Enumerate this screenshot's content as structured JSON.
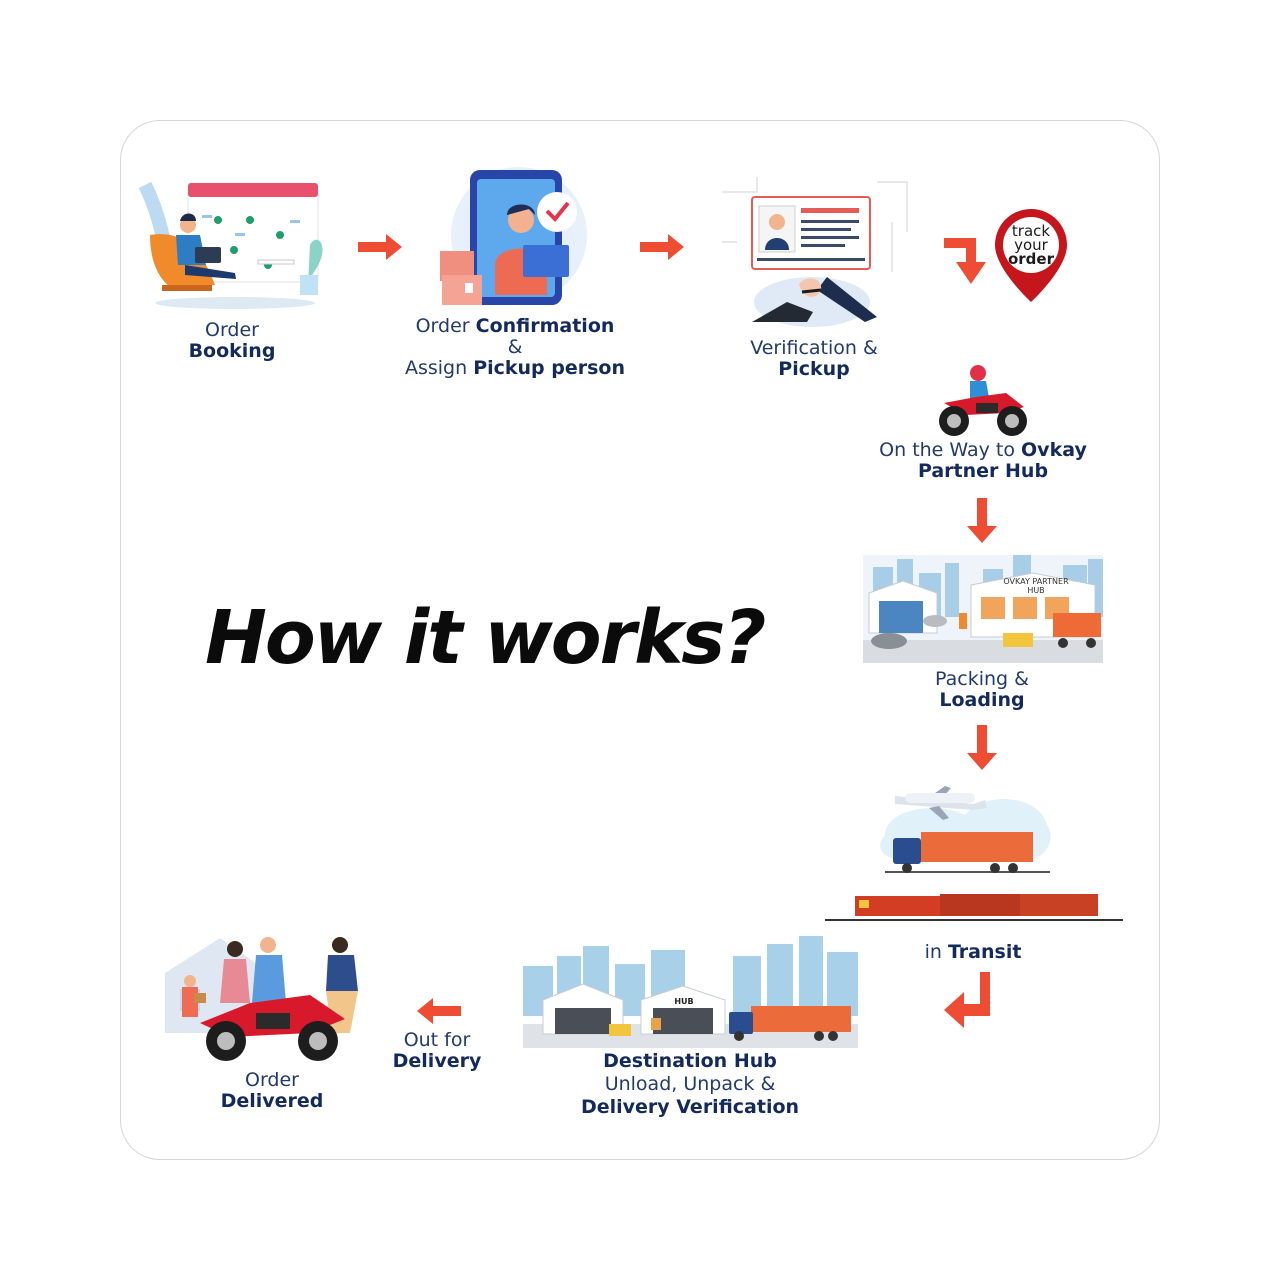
{
  "title": "How it works?",
  "colors": {
    "arrow": "#ee4c33",
    "navy": "#152a5c",
    "pin": "#c4161c"
  },
  "steps": [
    {
      "id": "order-booking",
      "line1": "Order",
      "line1_bold": "Booking"
    },
    {
      "id": "order-confirmation",
      "a": "Order ",
      "a_bold": "Confirmation",
      "b": "&",
      "c": "Assign ",
      "c_bold": "Pickup person"
    },
    {
      "id": "verification-pickup",
      "line1": "Verification &",
      "line1_bold": "Pickup"
    },
    {
      "id": "on-the-way",
      "a": "On the Way to ",
      "a_bold": "Ovkay",
      "line2_bold": "Partner Hub"
    },
    {
      "id": "packing-loading",
      "line1": "Packing &",
      "line1_bold": "Loading"
    },
    {
      "id": "in-transit",
      "a": "in ",
      "a_bold": "Transit"
    },
    {
      "id": "destination-hub",
      "line1_bold": "Destination Hub",
      "line2": "Unload, Unpack &",
      "line3_bold": "Delivery Verification"
    },
    {
      "id": "out-for-delivery",
      "line1": "Out for",
      "line1_bold": "Delivery"
    },
    {
      "id": "order-delivered",
      "line1": "Order",
      "line1_bold": "Delivered"
    }
  ],
  "track_pin": {
    "line1": "track",
    "line2": "your",
    "line3": "order"
  },
  "hub_signs": {
    "partner_hub": "OVKAY PARTNER HUB",
    "hub": "HUB"
  }
}
